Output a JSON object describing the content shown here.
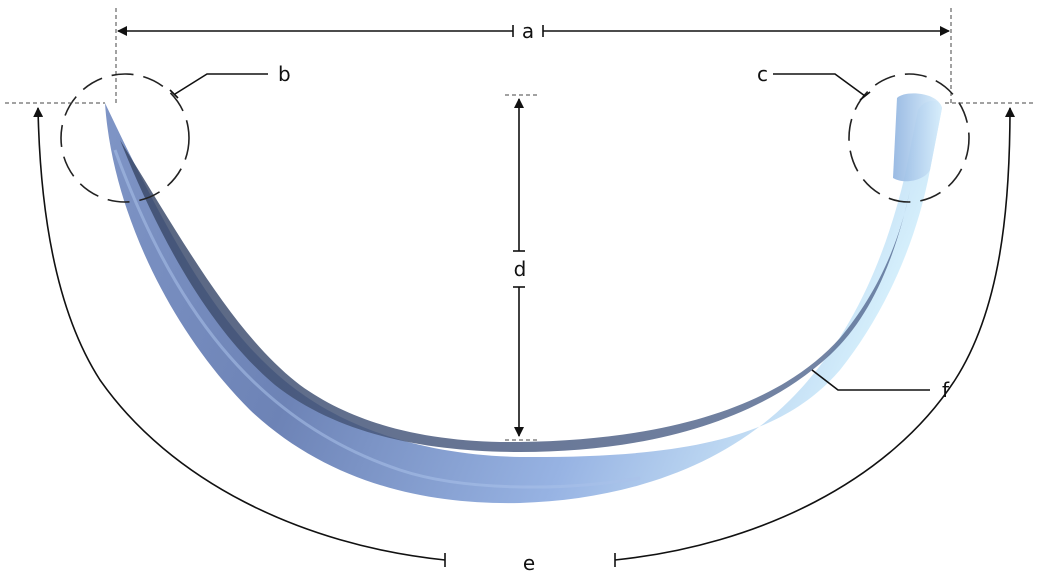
{
  "labels": {
    "a": "a",
    "b": "b",
    "c": "c",
    "d": "d",
    "e": "e",
    "f": "f"
  },
  "colors": {
    "needle_light": "#c8e6f8",
    "needle_mid": "#8fa9dc",
    "needle_dark": "#5d7099",
    "needle_groove": "#3e4d6e",
    "line": "#111111"
  }
}
